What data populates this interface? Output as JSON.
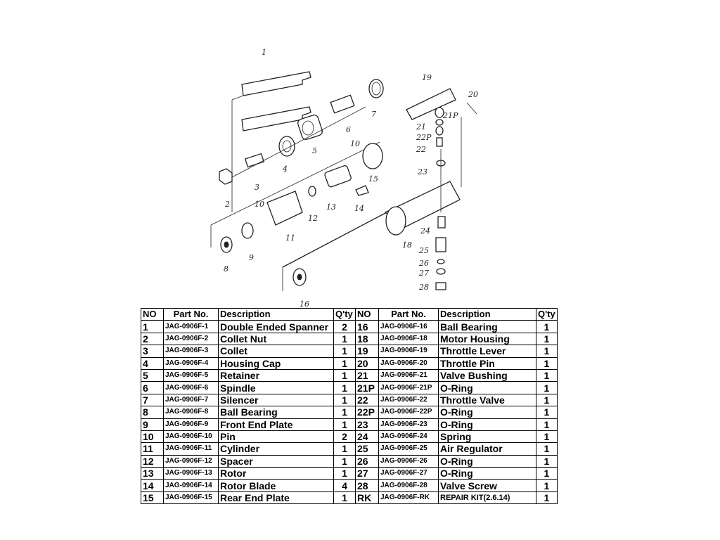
{
  "diagram": {
    "callouts": [
      "1",
      "2",
      "3",
      "4",
      "5",
      "6",
      "7",
      "8",
      "9",
      "10",
      "10",
      "11",
      "12",
      "13",
      "14",
      "15",
      "16",
      "18",
      "19",
      "20",
      "21P",
      "21",
      "22P",
      "22",
      "23",
      "24",
      "25",
      "26",
      "27",
      "28"
    ]
  },
  "table": {
    "headers": [
      "NO",
      "Part No.",
      "Description",
      "Q'ty",
      "NO",
      "Part No.",
      "Description",
      "Q'ty"
    ],
    "rows": [
      {
        "no": "1",
        "part": "JAG-0906F-1",
        "desc": "Double Ended Spanner",
        "qty": "2",
        "no2": "16",
        "part2": "JAG-0906F-16",
        "desc2": "Ball Bearing",
        "qty2": "1"
      },
      {
        "no": "2",
        "part": "JAG-0906F-2",
        "desc": "Collet Nut",
        "qty": "1",
        "no2": "18",
        "part2": "JAG-0906F-18",
        "desc2": "Motor Housing",
        "qty2": "1"
      },
      {
        "no": "3",
        "part": "JAG-0906F-3",
        "desc": "Collet",
        "qty": "1",
        "no2": "19",
        "part2": "JAG-0906F-19",
        "desc2": "Throttle Lever",
        "qty2": "1"
      },
      {
        "no": "4",
        "part": "JAG-0906F-4",
        "desc": "Housing Cap",
        "qty": "1",
        "no2": "20",
        "part2": "JAG-0906F-20",
        "desc2": "Throttle Pin",
        "qty2": "1"
      },
      {
        "no": "5",
        "part": "JAG-0906F-5",
        "desc": "Retainer",
        "qty": "1",
        "no2": "21",
        "part2": "JAG-0906F-21",
        "desc2": "Valve Bushing",
        "qty2": "1"
      },
      {
        "no": "6",
        "part": "JAG-0906F-6",
        "desc": "Spindle",
        "qty": "1",
        "no2": "21P",
        "part2": "JAG-0906F-21P",
        "desc2": "O-Ring",
        "qty2": "1"
      },
      {
        "no": "7",
        "part": "JAG-0906F-7",
        "desc": "Silencer",
        "qty": "1",
        "no2": "22",
        "part2": "JAG-0906F-22",
        "desc2": "Throttle Valve",
        "qty2": "1"
      },
      {
        "no": "8",
        "part": "JAG-0906F-8",
        "desc": "Ball Bearing",
        "qty": "1",
        "no2": "22P",
        "part2": "JAG-0906F-22P",
        "desc2": "O-Ring",
        "qty2": "1"
      },
      {
        "no": "9",
        "part": "JAG-0906F-9",
        "desc": "Front End Plate",
        "qty": "1",
        "no2": "23",
        "part2": "JAG-0906F-23",
        "desc2": "O-Ring",
        "qty2": "1"
      },
      {
        "no": "10",
        "part": "JAG-0906F-10",
        "desc": "Pin",
        "qty": "2",
        "no2": "24",
        "part2": "JAG-0906F-24",
        "desc2": "Spring",
        "qty2": "1"
      },
      {
        "no": "11",
        "part": "JAG-0906F-11",
        "desc": "Cylinder",
        "qty": "1",
        "no2": "25",
        "part2": "JAG-0906F-25",
        "desc2": "Air Regulator",
        "qty2": "1"
      },
      {
        "no": "12",
        "part": "JAG-0906F-12",
        "desc": "Spacer",
        "qty": "1",
        "no2": "26",
        "part2": "JAG-0906F-26",
        "desc2": "O-Ring",
        "qty2": "1"
      },
      {
        "no": "13",
        "part": "JAG-0906F-13",
        "desc": "Rotor",
        "qty": "1",
        "no2": "27",
        "part2": "JAG-0906F-27",
        "desc2": "O-Ring",
        "qty2": "1"
      },
      {
        "no": "14",
        "part": "JAG-0906F-14",
        "desc": "Rotor Blade",
        "qty": "4",
        "no2": "28",
        "part2": "JAG-0906F-28",
        "desc2": "Valve Screw",
        "qty2": "1"
      },
      {
        "no": "15",
        "part": "JAG-0906F-15",
        "desc": "Rear End Plate",
        "qty": "1",
        "no2": "RK",
        "part2": "JAG-0906F-RK",
        "desc2": "REPAIR KIT(2.6.14)",
        "qty2": "1"
      }
    ]
  }
}
